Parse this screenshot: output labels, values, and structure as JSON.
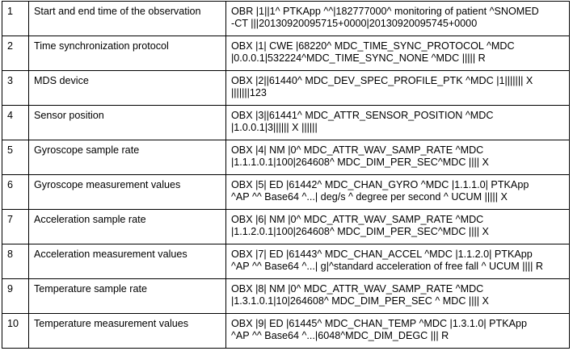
{
  "rows": [
    {
      "num": "1",
      "desc": "Start and end time of the observation",
      "msg_lines": [
        "OBR |1||1^ PTKApp ^^|182777000^ monitoring of patient ^SNOMED",
        "-CT |||20130920095715+0000|20130920095745+0000"
      ]
    },
    {
      "num": "2",
      "desc": "Time synchronization protocol",
      "msg_lines": [
        "OBX |1| CWE |68220^ MDC_TIME_SYNC_PROTOCOL ^MDC",
        "|0.0.0.1|532224^MDC_TIME_SYNC_NONE ^MDC ||||| R"
      ]
    },
    {
      "num": "3",
      "desc": "MDS device",
      "msg_lines": [
        "OBX |2||61440^ MDC_DEV_SPEC_PROFILE_PTK ^MDC |1||||||| X",
        "|||||||123"
      ]
    },
    {
      "num": "4",
      "desc": "Sensor position",
      "msg_lines": [
        "OBX |3||61441^ MDC_ATTR_SENSOR_POSITION ^MDC",
        "|1.0.0.1|3|||||| X ||||||"
      ]
    },
    {
      "num": "5",
      "desc": "Gyroscope sample rate",
      "msg_lines": [
        "OBX |4| NM |0^ MDC_ATTR_WAV_SAMP_RATE ^MDC",
        "|1.1.1.0.1|100|264608^ MDC_DIM_PER_SEC^MDC |||| X"
      ]
    },
    {
      "num": "6",
      "desc": "Gyroscope measurement values",
      "msg_lines": [
        "OBX |5| ED |61442^ MDC_CHAN_GYRO ^MDC |1.1.1.0| PTKApp",
        "^AP ^^ Base64 ^...| deg/s ^ degree per second ^ UCUM ||||| X"
      ]
    },
    {
      "num": "7",
      "desc": "Acceleration sample rate",
      "msg_lines": [
        "OBX |6| NM |0^ MDC_ATTR_WAV_SAMP_RATE ^MDC",
        "|1.1.2.0.1|100|264608^ MDC_DIM_PER_SEC^MDC |||| X"
      ]
    },
    {
      "num": "8",
      "desc": "Acceleration measurement values",
      "msg_lines": [
        "OBX |7| ED |61443^ MDC_CHAN_ACCEL ^MDC |1.1.2.0| PTKApp",
        "^AP ^^ Base64 ^...| g|^standard acceleration of free fall ^ UCUM |||| R"
      ]
    },
    {
      "num": "9",
      "desc": "Temperature sample rate",
      "msg_lines": [
        "OBX |8| NM |0^ MDC_ATTR_WAV_SAMP_RATE ^MDC",
        "|1.3.1.0.1|10|264608^ MDC_DIM_PER_SEC ^ MDC |||| X"
      ]
    },
    {
      "num": "10",
      "desc": "Temperature measurement values",
      "msg_lines": [
        "OBX |9| ED |61445^ MDC_CHAN_TEMP ^MDC |1.3.1.0| PTKApp",
        "^AP ^^ Base64 ^...|6048^MDC_DIM_DEGC ||| R"
      ]
    }
  ]
}
